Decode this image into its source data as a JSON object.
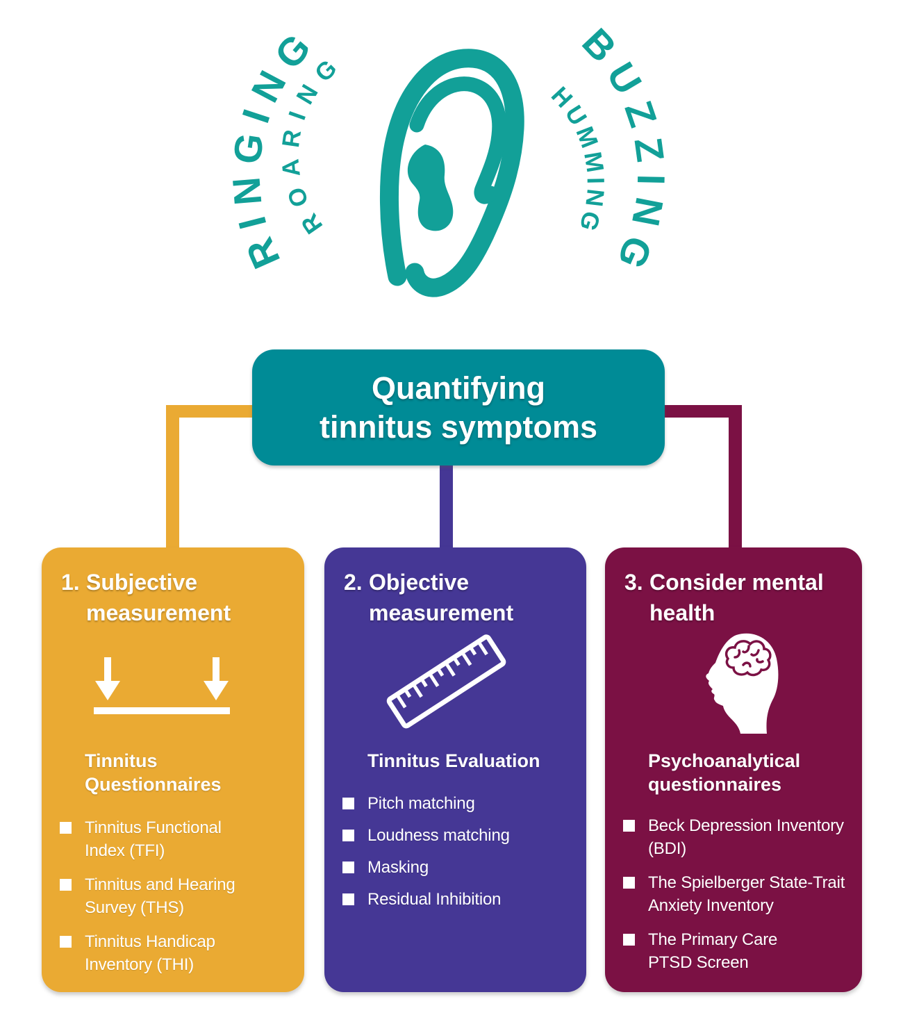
{
  "palette": {
    "teal_icon": "#12A098",
    "teal_box": "#008B96",
    "orange": "#EAAA33",
    "purple": "#453795",
    "maroon": "#7B1144",
    "text": "#FFFFFF"
  },
  "ear_graphic": {
    "icon": "ear-icon",
    "words": {
      "left_outer": "RINGING",
      "left_inner": "ROARING",
      "right_outer": "BUZZING",
      "right_inner": "HUMMING"
    }
  },
  "title_box": {
    "lines": [
      "Quantifying",
      "tinnitus symptoms"
    ]
  },
  "columns": [
    {
      "number": "1.",
      "heading": [
        "Subjective",
        "measurement"
      ],
      "icon": "down-arrows-to-line-icon",
      "subheading": [
        "Tinnitus",
        "Questionnaires"
      ],
      "items": [
        [
          "Tinnitus Functional",
          "Index (TFI)"
        ],
        [
          "Tinnitus and Hearing",
          "Survey (THS)"
        ],
        [
          "Tinnitus Handicap",
          "Inventory (THI)"
        ]
      ]
    },
    {
      "number": "2.",
      "heading": [
        "Objective",
        "measurement"
      ],
      "icon": "ruler-icon",
      "subheading": [
        "Tinnitus Evaluation"
      ],
      "items": [
        [
          "Pitch matching"
        ],
        [
          "Loudness matching"
        ],
        [
          "Masking"
        ],
        [
          "Residual Inhibition"
        ]
      ]
    },
    {
      "number": "3.",
      "heading": [
        "Consider mental",
        "health"
      ],
      "icon": "head-brain-icon",
      "subheading": [
        "Psychoanalytical",
        "questionnaires"
      ],
      "items": [
        [
          "Beck Depression Inventory",
          "(BDI)"
        ],
        [
          "The Spielberger State-Trait",
          "Anxiety Inventory"
        ],
        [
          "The Primary Care",
          "PTSD Screen"
        ]
      ]
    }
  ]
}
